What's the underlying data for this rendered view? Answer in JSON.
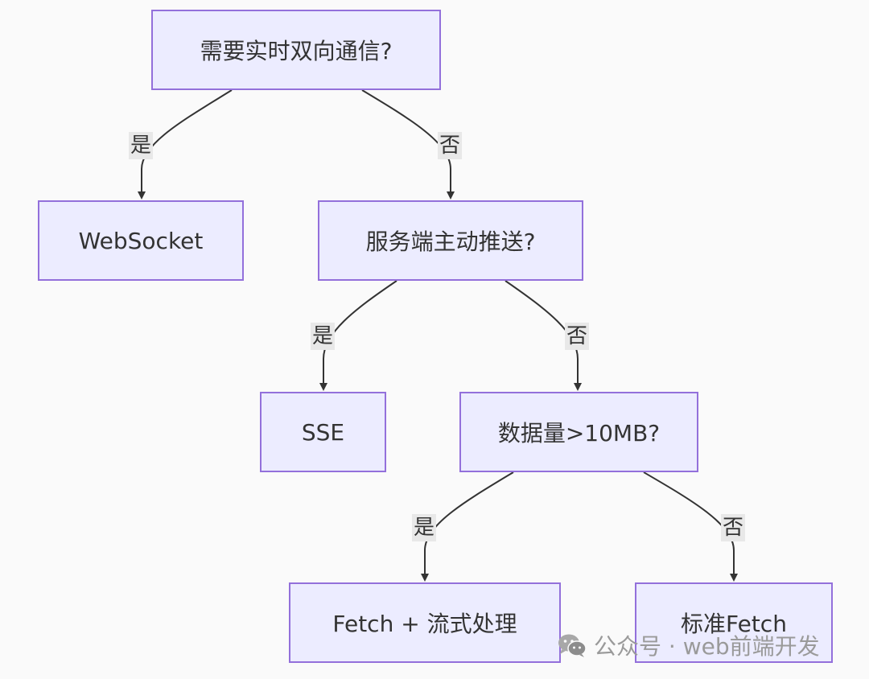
{
  "nodes": {
    "realtime": "需要实时双向通信?",
    "websocket": "WebSocket",
    "server_push": "服务端主动推送?",
    "sse": "SSE",
    "data_size": "数据量>10MB?",
    "fetch_stream": "Fetch + 流式处理",
    "standard_fetch": "标准Fetch"
  },
  "edges": {
    "realtime_yes": "是",
    "realtime_no": "否",
    "push_yes": "是",
    "push_no": "否",
    "size_yes": "是",
    "size_no": "否"
  },
  "watermark": {
    "text": "公众号 · web前端开发",
    "icon": "wechat-icon"
  },
  "colors": {
    "node_fill": "#ececff",
    "node_border": "#9370db",
    "edge_stroke": "#333333",
    "label_bg": "#e8e8e8",
    "background": "#fafafa"
  }
}
